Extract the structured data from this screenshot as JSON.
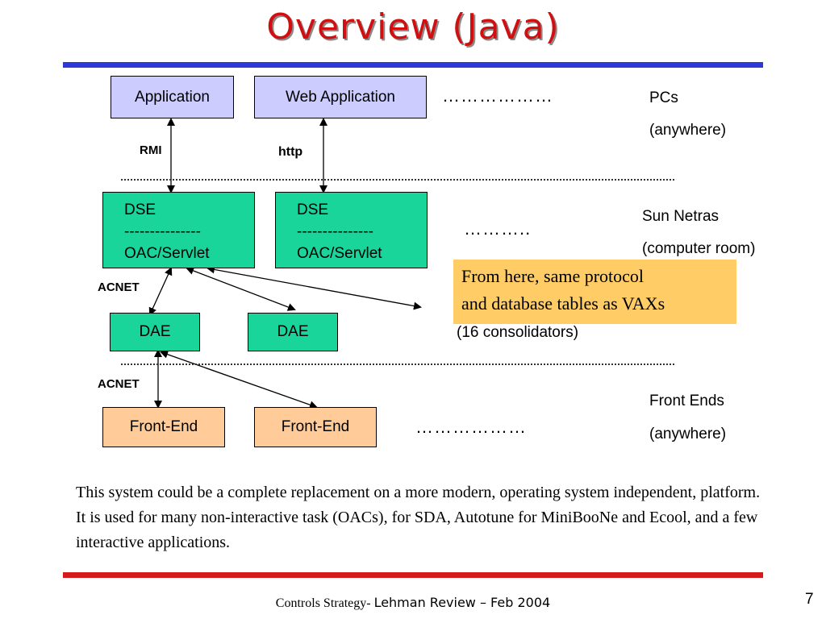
{
  "title": "Overview (Java)",
  "pcs_row": {
    "application": "Application",
    "web_application": "Web Application",
    "ellipsis": "………………",
    "label_line1": "PCs",
    "label_line2": "(anywhere)"
  },
  "links": {
    "rmi": "RMI",
    "http": "http",
    "acnet_top": "ACNET",
    "acnet_bottom": "ACNET"
  },
  "sun_row": {
    "dse_left": {
      "line1": "DSE",
      "line2": "---------------",
      "line3": "OAC/Servlet"
    },
    "dse_right": {
      "line1": "DSE",
      "line2": "---------------",
      "line3": "OAC/Servlet"
    },
    "ellipsis": "………..",
    "label_line1": "Sun Netras",
    "label_line2": "(computer room)"
  },
  "note": {
    "line1": "From here, same protocol",
    "line2": "and database tables as VAXs"
  },
  "dae_row": {
    "dae_left": "DAE",
    "dae_right": "DAE",
    "label": "(16 consolidators)"
  },
  "fe_row": {
    "fe_left": "Front-End",
    "fe_right": "Front-End",
    "ellipsis": "………………",
    "label_line1": "Front Ends",
    "label_line2": "(anywhere)"
  },
  "paragraph": "This system could be a complete replacement on a more modern, operating system independent, platform. It is used for many non-interactive task (OACs), for SDA, Autotune for MiniBooNe and Ecool, and a few interactive applications.",
  "footer": {
    "part1": "Controls Strategy- ",
    "part2": "Lehman Review – Feb 2004"
  },
  "page_number": "7",
  "colors": {
    "title": "#d01010",
    "top_rule": "#2c39d6",
    "bottom_rule": "#d41a1a",
    "application_box": "#ccccff",
    "dse_dae_box": "#19d59a",
    "frontend_box": "#ffcc99",
    "note_box": "#ffcc66"
  }
}
